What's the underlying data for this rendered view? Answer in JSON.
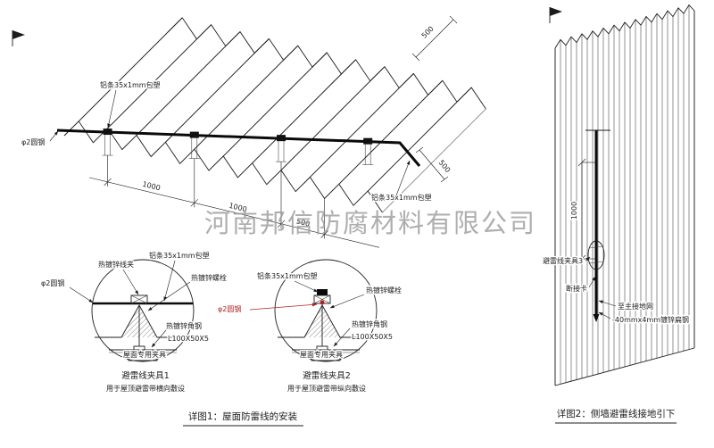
{
  "watermark": "河南邦信防腐材料有限公司",
  "colors": {
    "line": "#1c1c1c",
    "watermark": "#9b9b9b",
    "red_label": "#b22222"
  },
  "roof_diagram": {
    "label_strip_top": "铝条35x1mm包塑",
    "label_round_steel": "φ2圆钢",
    "label_strip_right": "铝条35x1mm包塑",
    "dims": {
      "d1": "1000",
      "d2": "1000",
      "d3": "500",
      "d4": "500",
      "d5": "500"
    }
  },
  "detail1": {
    "labels": {
      "clamp": "热镀锌线夹",
      "strip": "铝条35x1mm包塑",
      "bolt": "热镀锌螺栓",
      "round_steel": "φ2圆钢",
      "angle_steel": "热镀锌角钢",
      "angle_spec": "L100X50X5",
      "roof_clamp": "屋面专用夹具"
    },
    "title": "避雷线夹具1",
    "subtitle": "用于屋顶避雷带横向敷设"
  },
  "detail2": {
    "labels": {
      "strip": "铝条35x1mm包塑",
      "bolt": "热镀锌螺栓",
      "round_steel": "φ2圆钢",
      "angle_steel": "热镀锌角钢",
      "angle_spec": "L100X50X5",
      "roof_clamp": "屋面专用夹具"
    },
    "title": "避雷线夹具2",
    "subtitle": "用于屋顶避雷带纵向敷设"
  },
  "wall_diagram": {
    "labels": {
      "clamp3": "避雷线夹具3",
      "disconnect": "断接卡",
      "to_ground": "至主接地网",
      "flat_steel": "-40mmx4mm镀锌扁钢"
    },
    "dim": "1000"
  },
  "captions": {
    "caption1": "详图1：屋面防雷线的安装",
    "caption2": "详图2：侧墙避雷线接地引下"
  }
}
